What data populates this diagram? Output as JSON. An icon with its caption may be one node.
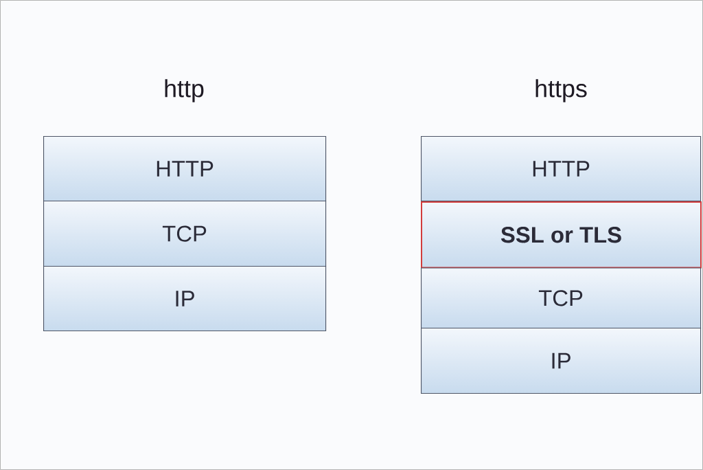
{
  "diagram": {
    "nodes": [
      {
        "text": [
          "HTTP"
        ]
      },
      {
        "text": [
          "TCP"
        ]
      },
      {
        "text": [
          "IP"
        ]
      },
      {
        "text": [
          "HTTP"
        ]
      },
      {
        "text": [
          "SSL or TLS"
        ]
      },
      {
        "text": [
          "TCP"
        ]
      },
      {
        "text": [
          "IP"
        ]
      }
    ],
    "labels": [
      "http",
      "https"
    ]
  }
}
